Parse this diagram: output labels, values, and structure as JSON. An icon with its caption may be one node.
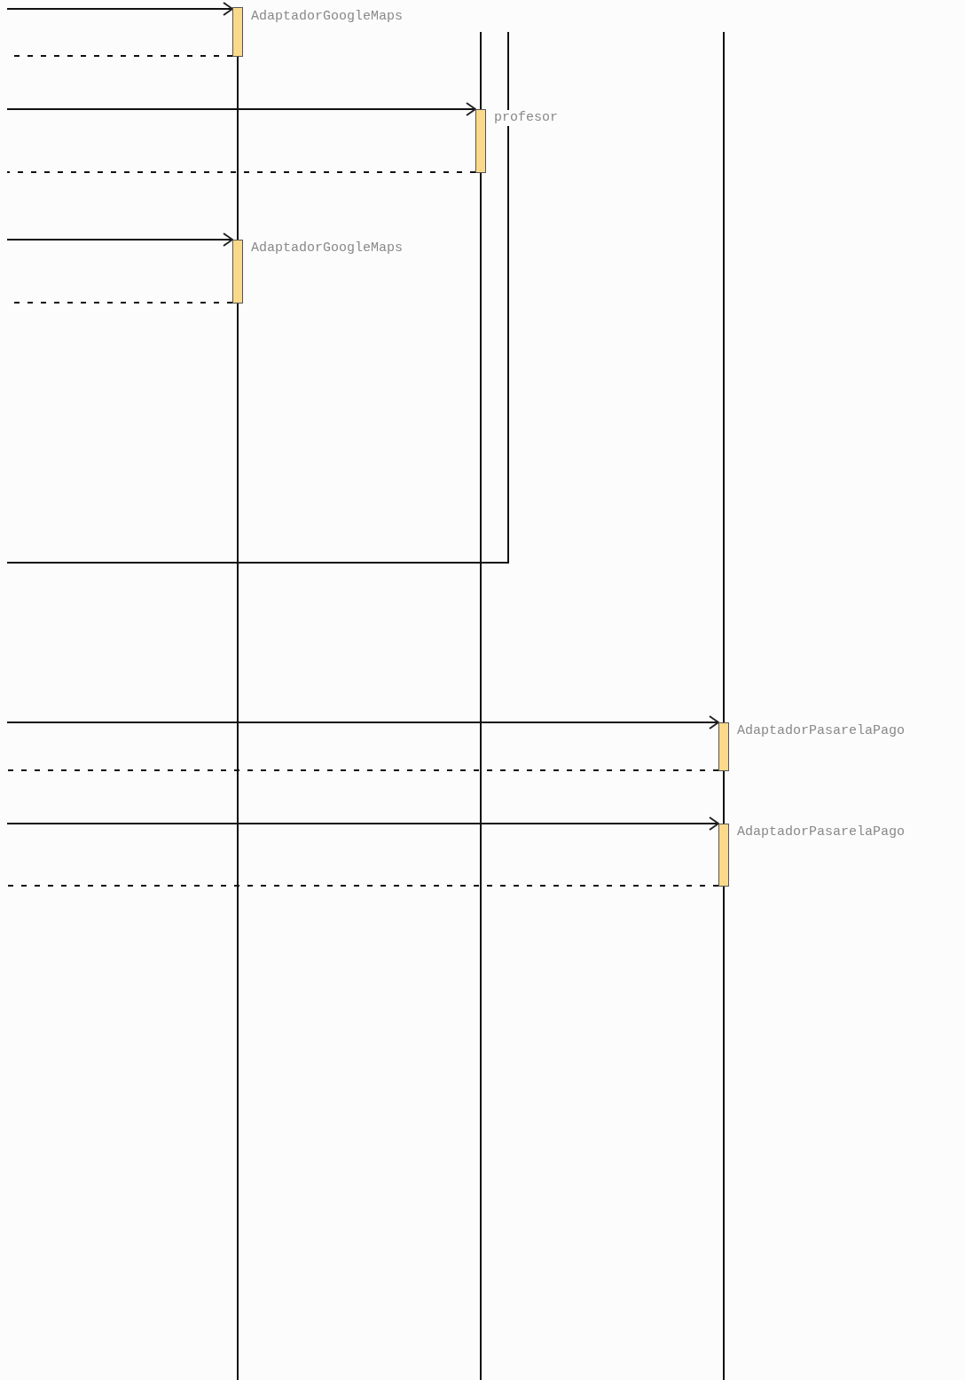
{
  "diagram": {
    "nodes": [
      {
        "text": [],
        "shape": "bar",
        "beside": [
          "AdaptadorGoogleMaps"
        ]
      },
      {
        "text": [],
        "shape": "bar",
        "beside": [
          "profesor"
        ]
      },
      {
        "text": [],
        "shape": "bar",
        "beside": [
          "AdaptadorGoogleMaps"
        ]
      },
      {
        "text": [],
        "shape": "bar",
        "beside": [
          "AdaptadorPasarelaPago"
        ]
      },
      {
        "text": [],
        "shape": "bar",
        "beside": [
          "AdaptadorPasarelaPago"
        ]
      }
    ],
    "edges": [
      {
        "from": null,
        "to": 0,
        "arrow": "to"
      },
      {
        "from": 0,
        "to": null,
        "arrow": "none",
        "style": "dashed"
      },
      {
        "from": null,
        "to": 1,
        "arrow": "to"
      },
      {
        "from": 1,
        "to": null,
        "arrow": "none",
        "style": "dashed"
      },
      {
        "from": null,
        "to": 2,
        "arrow": "to"
      },
      {
        "from": 2,
        "to": null,
        "arrow": "none",
        "style": "dashed"
      },
      {
        "from": null,
        "to": 3,
        "arrow": "to"
      },
      {
        "from": 3,
        "to": null,
        "arrow": "none",
        "style": "dashed"
      },
      {
        "from": null,
        "to": 4,
        "arrow": "to"
      },
      {
        "from": 4,
        "to": null,
        "arrow": "none",
        "style": "dashed"
      }
    ]
  }
}
